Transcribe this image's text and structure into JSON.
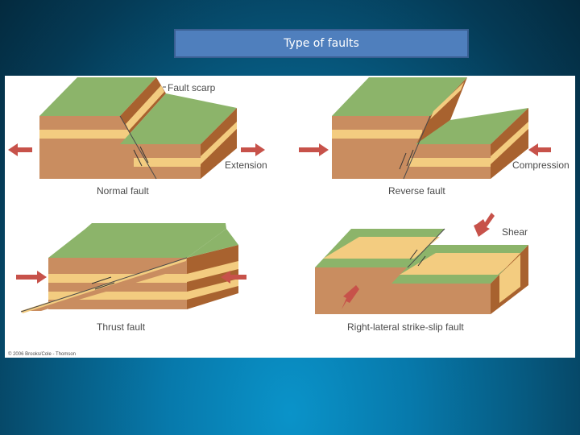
{
  "slide": {
    "title": "Type of faults"
  },
  "figure": {
    "labels": {
      "fault_scarp": "Fault scarp",
      "extension": "Extension",
      "normal_fault": "Normal fault",
      "compression": "Compression",
      "reverse_fault": "Reverse fault",
      "thrust_fault": "Thrust fault",
      "shear": "Shear",
      "strike_slip_fault": "Right-lateral strike-slip fault",
      "copyright": "© 2006 Brooks/Cole - Thomson"
    },
    "colors": {
      "top_green": "#8cb46a",
      "front_brown": "#c98d60",
      "side_brown": "#a8622f",
      "yellow_band": "#f3cc80",
      "arrow": "#c7524a"
    }
  }
}
